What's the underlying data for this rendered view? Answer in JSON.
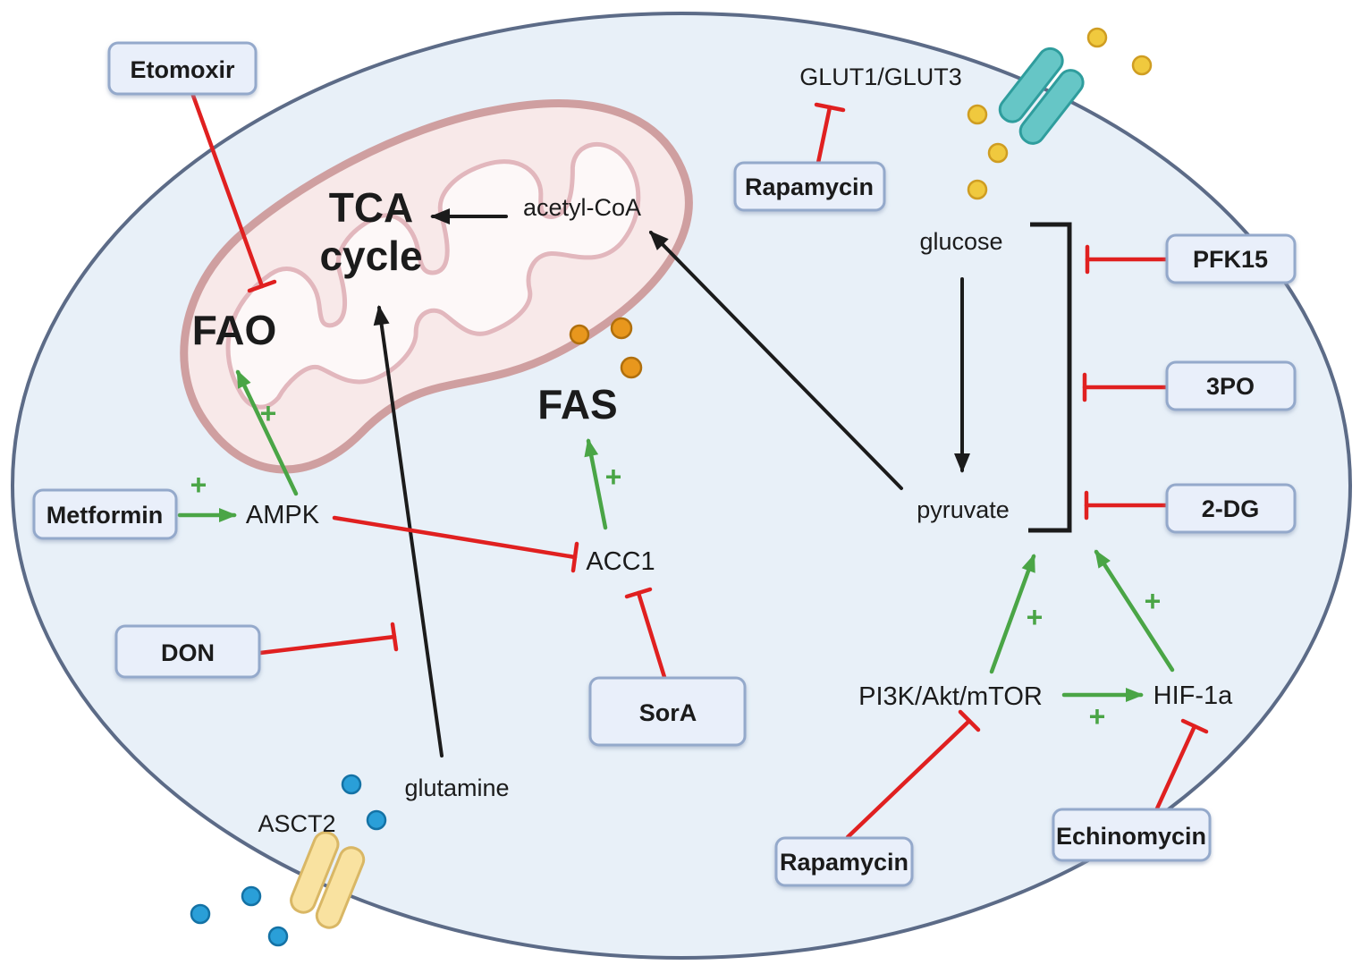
{
  "figure": {
    "type": "cell-metabolism-pathway-diagram",
    "description": "Cancer cell metabolic pathways with small-molecule inhibitors and activators"
  },
  "colors": {
    "cell_fill": "#e8f0f8",
    "cell_membrane": "#5c6b87",
    "mitochondrion_outer_fill": "#f8e9e9",
    "mitochondrion_outer_stroke": "#cf9fa0",
    "mitochondrion_cristae_stroke": "#e2b7bd",
    "mitochondrion_matrix_fill": "#fdf8f8",
    "inhibition_red": "#e02020",
    "activation_green": "#4aa546",
    "neutral_black": "#1b1b1b",
    "box_fill": "#e9effa",
    "box_border": "#94a9cb",
    "glucose_molecule_yellow": "#f0c93e",
    "fatty_acid_molecule_orange": "#e8971d",
    "glutamine_molecule_blue": "#2a9fd8",
    "glut_transporter_teal": "#66c6c6",
    "asct2_transporter_yellow": "#f9e2a0"
  },
  "nodes": {
    "tca": {
      "line1": "TCA",
      "line2": "cycle"
    },
    "fao": "FAO",
    "fas": "FAS",
    "acetyl_coa": "acetyl-CoA",
    "glut": "GLUT1/GLUT3",
    "glucose": "glucose",
    "pyruvate": "pyruvate",
    "ampk": "AMPK",
    "acc1": "ACC1",
    "pi3k": "PI3K/Akt/mTOR",
    "hif1a": "HIF-1a",
    "glutamine": "glutamine",
    "asct2": "ASCT2"
  },
  "drug_boxes": {
    "etomoxir": "Etomoxir",
    "rapamycin_top": "Rapamycin",
    "pfk15": "PFK15",
    "threepo": "3PO",
    "twodg": "2-DG",
    "metformin": "Metformin",
    "don": "DON",
    "sora": "SorA",
    "rapamycin_bottom": "Rapamycin",
    "echinomycin": "Echinomycin"
  },
  "plus_sign": "+",
  "molecules": {
    "yellow_dots": "glucose",
    "orange_dots": "fatty acids (FAS product)",
    "blue_dots": "glutamine"
  },
  "interactions": [
    {
      "source": "Etomoxir",
      "target": "FAO",
      "type": "inhibition"
    },
    {
      "source": "Rapamycin",
      "target": "GLUT1/GLUT3",
      "type": "inhibition"
    },
    {
      "source": "PFK15",
      "target": "glycolysis (glucose→pyruvate)",
      "type": "inhibition"
    },
    {
      "source": "3PO",
      "target": "glycolysis (glucose→pyruvate)",
      "type": "inhibition"
    },
    {
      "source": "2-DG",
      "target": "glycolysis (glucose→pyruvate)",
      "type": "inhibition"
    },
    {
      "source": "Metformin",
      "target": "AMPK",
      "type": "activation"
    },
    {
      "source": "AMPK",
      "target": "FAO",
      "type": "activation"
    },
    {
      "source": "AMPK",
      "target": "ACC1",
      "type": "inhibition"
    },
    {
      "source": "SorA",
      "target": "ACC1",
      "type": "inhibition"
    },
    {
      "source": "ACC1",
      "target": "FAS",
      "type": "activation"
    },
    {
      "source": "DON",
      "target": "glutamine→TCA flux",
      "type": "inhibition"
    },
    {
      "source": "Rapamycin",
      "target": "PI3K/Akt/mTOR",
      "type": "inhibition"
    },
    {
      "source": "Echinomycin",
      "target": "HIF-1a",
      "type": "inhibition"
    },
    {
      "source": "PI3K/Akt/mTOR",
      "target": "glycolysis",
      "type": "activation"
    },
    {
      "source": "HIF-1a",
      "target": "glycolysis",
      "type": "activation"
    },
    {
      "source": "PI3K/Akt/mTOR",
      "target": "HIF-1a",
      "type": "activation"
    },
    {
      "source": "glucose",
      "target": "pyruvate",
      "type": "conversion"
    },
    {
      "source": "pyruvate",
      "target": "acetyl-CoA",
      "type": "conversion"
    },
    {
      "source": "acetyl-CoA",
      "target": "TCA cycle",
      "type": "conversion"
    },
    {
      "source": "glutamine",
      "target": "TCA cycle",
      "type": "conversion"
    }
  ]
}
